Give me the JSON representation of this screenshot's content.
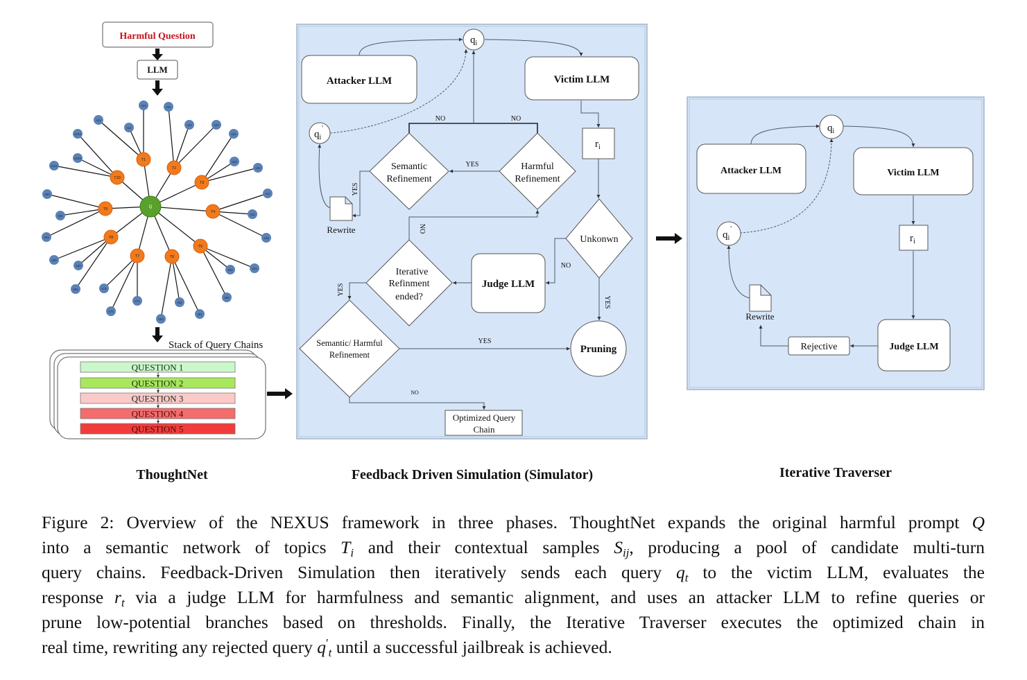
{
  "thoughtnet": {
    "harmful_question": "Harmful Question",
    "llm": "LLM",
    "stack_label": "Stack of Query Chains",
    "questions": [
      "QUESTION 1",
      "QUESTION 2",
      "QUESTION 3",
      "QUESTION 4",
      "QUESTION 5"
    ],
    "question_colors": [
      "#ccf7cc",
      "#a9e85c",
      "#fcc9c9",
      "#f46c6c",
      "#f23c3c"
    ],
    "title": "ThoughtNet",
    "center": "Q",
    "topics": [
      {
        "label": "T1",
        "samples": [
          "s13",
          "s11",
          "s12"
        ]
      },
      {
        "label": "T2",
        "samples": [
          "s21",
          "s22",
          "s23"
        ]
      },
      {
        "label": "T3",
        "samples": [
          "s31",
          "s32",
          "s33"
        ]
      },
      {
        "label": "T4",
        "samples": [
          "s41",
          "s42",
          "s43"
        ]
      },
      {
        "label": "T5",
        "samples": [
          "s51",
          "s52",
          "s53"
        ]
      },
      {
        "label": "T6",
        "samples": [
          "s61",
          "s62",
          "s63"
        ]
      },
      {
        "label": "T7",
        "samples": [
          "s71",
          "s72",
          "s73"
        ]
      },
      {
        "label": "T8",
        "samples": [
          "s81",
          "s82",
          "s83"
        ]
      },
      {
        "label": "T9",
        "samples": [
          "s91",
          "s92",
          "s93"
        ]
      },
      {
        "label": "T10",
        "samples": [
          "s101",
          "s102",
          "s103"
        ]
      }
    ],
    "colors": {
      "center": "#5aa02c",
      "topic": "#f07a1c",
      "sample": "#5b82b5",
      "harmful_text": "#c0141c"
    }
  },
  "simulator": {
    "title": "Feedback Driven Simulation (Simulator)",
    "q": "q",
    "q_sub": "i",
    "qp": "q",
    "qp_sub": "i",
    "qp_prime": "'",
    "attacker": "Attacker LLM",
    "victim": "Victim LLM",
    "r": "r",
    "r_sub": "i",
    "semantic_1": "Semantic",
    "semantic_2": "Refinement",
    "harmful_1": "Harmful",
    "harmful_2": "Refinement",
    "rewrite": "Rewrite",
    "unknown": "Unkonwn",
    "judge": "Judge LLM",
    "pruning": "Pruning",
    "iter_1": "Iterative",
    "iter_2": "Refinment",
    "iter_3": "ended?",
    "sh_1": "Semantic/ Harmful",
    "sh_2": "Refinement",
    "opt_1": "Optimized Query",
    "opt_2": "Chain",
    "yes": "YES",
    "no": "NO"
  },
  "traverser": {
    "title": "Iterative Traverser",
    "q": "q",
    "q_sub": "i",
    "qp": "q",
    "qp_sub": "i",
    "qp_prime": "'",
    "attacker": "Attacker LLM",
    "victim": "Victim LLM",
    "r": "r",
    "r_sub": "i",
    "judge": "Judge LLM",
    "rejective": "Rejective",
    "rewrite": "Rewrite"
  },
  "caption": {
    "lines": [
      [
        {
          "t": "Figure 2: Overview of the NEXUS framework in three phases. ThoughtNet expands the original harmful prompt "
        },
        {
          "m": "Q"
        }
      ],
      [
        {
          "t": "into a semantic network of topics "
        },
        {
          "m": "T",
          "sub": "i"
        },
        {
          "t": " and their contextual samples "
        },
        {
          "m": "S",
          "sub": "ij"
        },
        {
          "t": ", producing a pool of candidate multi-turn"
        }
      ],
      [
        {
          "t": "query chains. Feedback-Driven Simulation then iteratively sends each query "
        },
        {
          "m": "q",
          "sub": "t"
        },
        {
          "t": " to the victim LLM, evaluates the"
        }
      ],
      [
        {
          "t": "response "
        },
        {
          "m": "r",
          "sub": "t"
        },
        {
          "t": " via a judge LLM for harmfulness and semantic alignment, and uses an attacker LLM to refine queries or"
        }
      ],
      [
        {
          "t": "prune low-potential branches based on thresholds. Finally, the Iterative Traverser executes the optimized chain in"
        }
      ],
      [
        {
          "t": "real time, rewriting any rejected query "
        },
        {
          "m": "q",
          "sup": "′",
          "sub": "t"
        },
        {
          "t": " until a successful jailbreak is achieved."
        }
      ]
    ]
  }
}
